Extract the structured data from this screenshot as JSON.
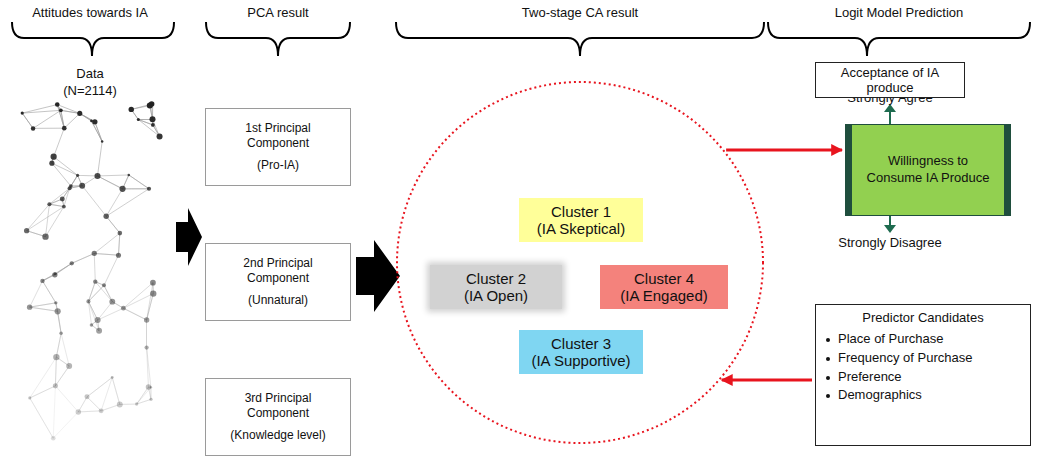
{
  "diagram": {
    "nodes": [
      {
        "text": [
          "1st Principal Component",
          "(Pro-IA)"
        ]
      },
      {
        "text": [
          "2nd Principal Component",
          "(Unnatural)"
        ]
      },
      {
        "text": [
          "3rd Principal Component",
          "(Knowledge level)"
        ]
      },
      {
        "text": []
      },
      {
        "text": [
          "Cluster 1",
          "(IA Skeptical)"
        ],
        "in": 3
      },
      {
        "text": [
          "Cluster 2",
          "(IA Open)"
        ],
        "in": 3
      },
      {
        "text": [
          "Cluster 4",
          "(IA Engaged)"
        ],
        "in": 3
      },
      {
        "text": [
          "Cluster 3",
          "(IA Supportive)"
        ],
        "in": 3
      },
      {
        "text": [
          "Acceptance of IA produce"
        ]
      },
      {
        "text": [
          "Willingness to Consume IA Produce"
        ]
      },
      {
        "text": [
          "Predictor Candidates",
          "Place of Purchase",
          "Frequency of Purchase",
          "Preference",
          "Demographics"
        ]
      }
    ],
    "edges": [
      {
        "from": 3,
        "to": 9,
        "arrow": "to"
      },
      {
        "from": 10,
        "to": 3,
        "arrow": "to"
      }
    ],
    "labels": [
      "Attitudes towards IA",
      "PCA result",
      "Two-stage CA result",
      "Logit Model Prediction",
      "Data",
      "(N=2114)",
      "Strongly Agree",
      "Strongly Disagree"
    ]
  }
}
